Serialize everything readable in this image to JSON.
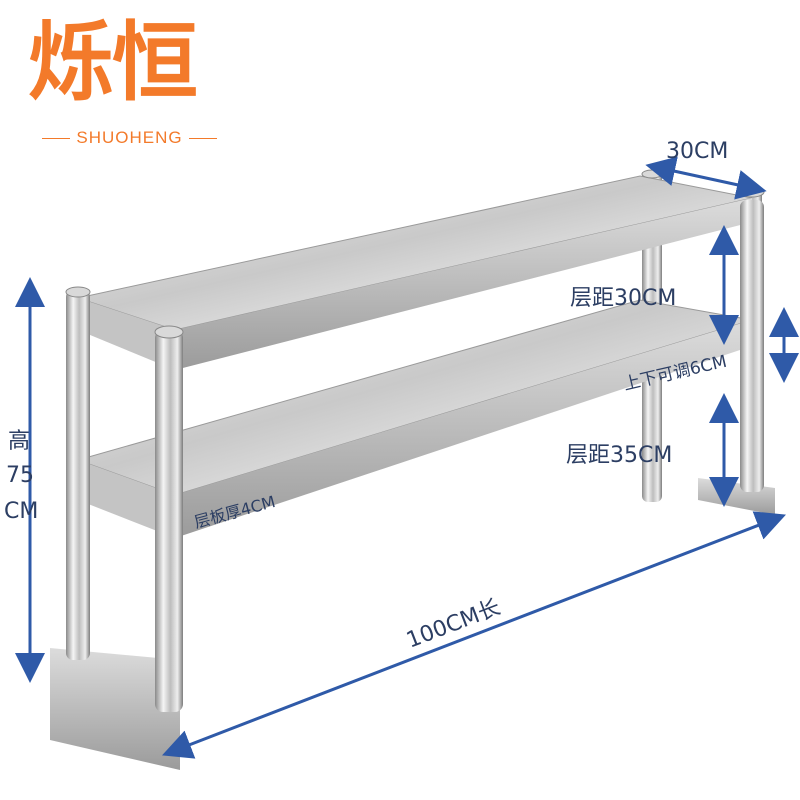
{
  "brand": {
    "name": "烁恒",
    "sub": "SHUOHENG"
  },
  "dimensions": {
    "depth": "30CM",
    "gap_top": "层距30CM",
    "adjust": "上下可调6CM",
    "gap_bottom": "层距35CM",
    "thickness": "层板厚4CM",
    "length": "100CM长",
    "height_char": "高",
    "height_value": "75",
    "height_unit": "CM"
  },
  "colors": {
    "brand": "#f37a2a",
    "arrow": "#2f5aa8",
    "text": "#2c3e63"
  }
}
